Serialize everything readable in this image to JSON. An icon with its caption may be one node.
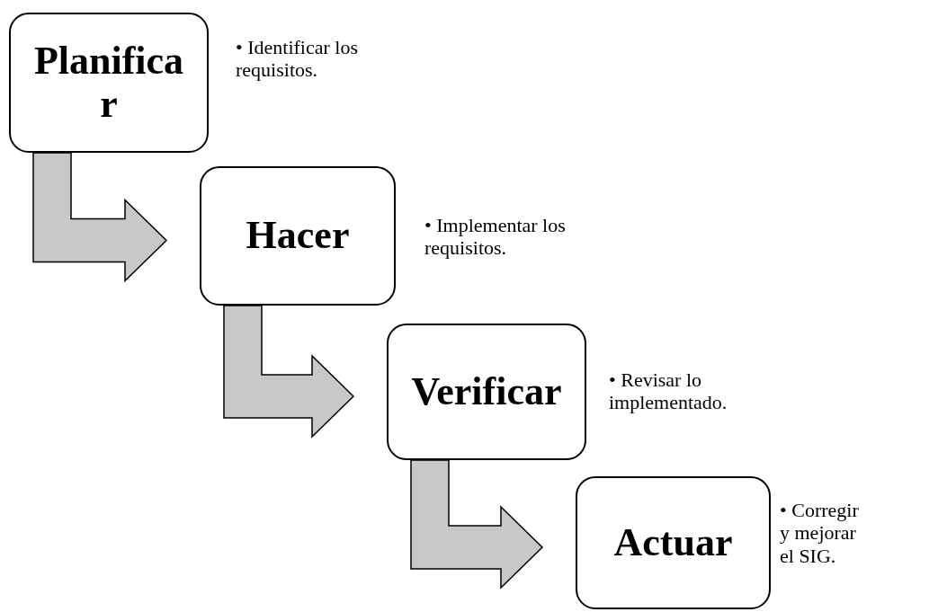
{
  "diagram": {
    "nodes": [
      {
        "text": [
          "Planificar"
        ],
        "beside": [
          "• Identificar los requisitos."
        ]
      },
      {
        "text": [
          "Hacer"
        ],
        "beside": [
          "• Implementar los requisitos."
        ]
      },
      {
        "text": [
          "Verificar"
        ],
        "beside": [
          "• Revisar lo implementado."
        ]
      },
      {
        "text": [
          "Actuar"
        ],
        "beside": [
          "• Corregir y mejorar el SIG."
        ]
      }
    ],
    "edges": [
      {
        "from": 0,
        "to": 1,
        "arrow": "to",
        "style": "thick"
      },
      {
        "from": 1,
        "to": 2,
        "arrow": "to",
        "style": "thick"
      },
      {
        "from": 2,
        "to": 3,
        "arrow": "to",
        "style": "thick"
      }
    ]
  }
}
